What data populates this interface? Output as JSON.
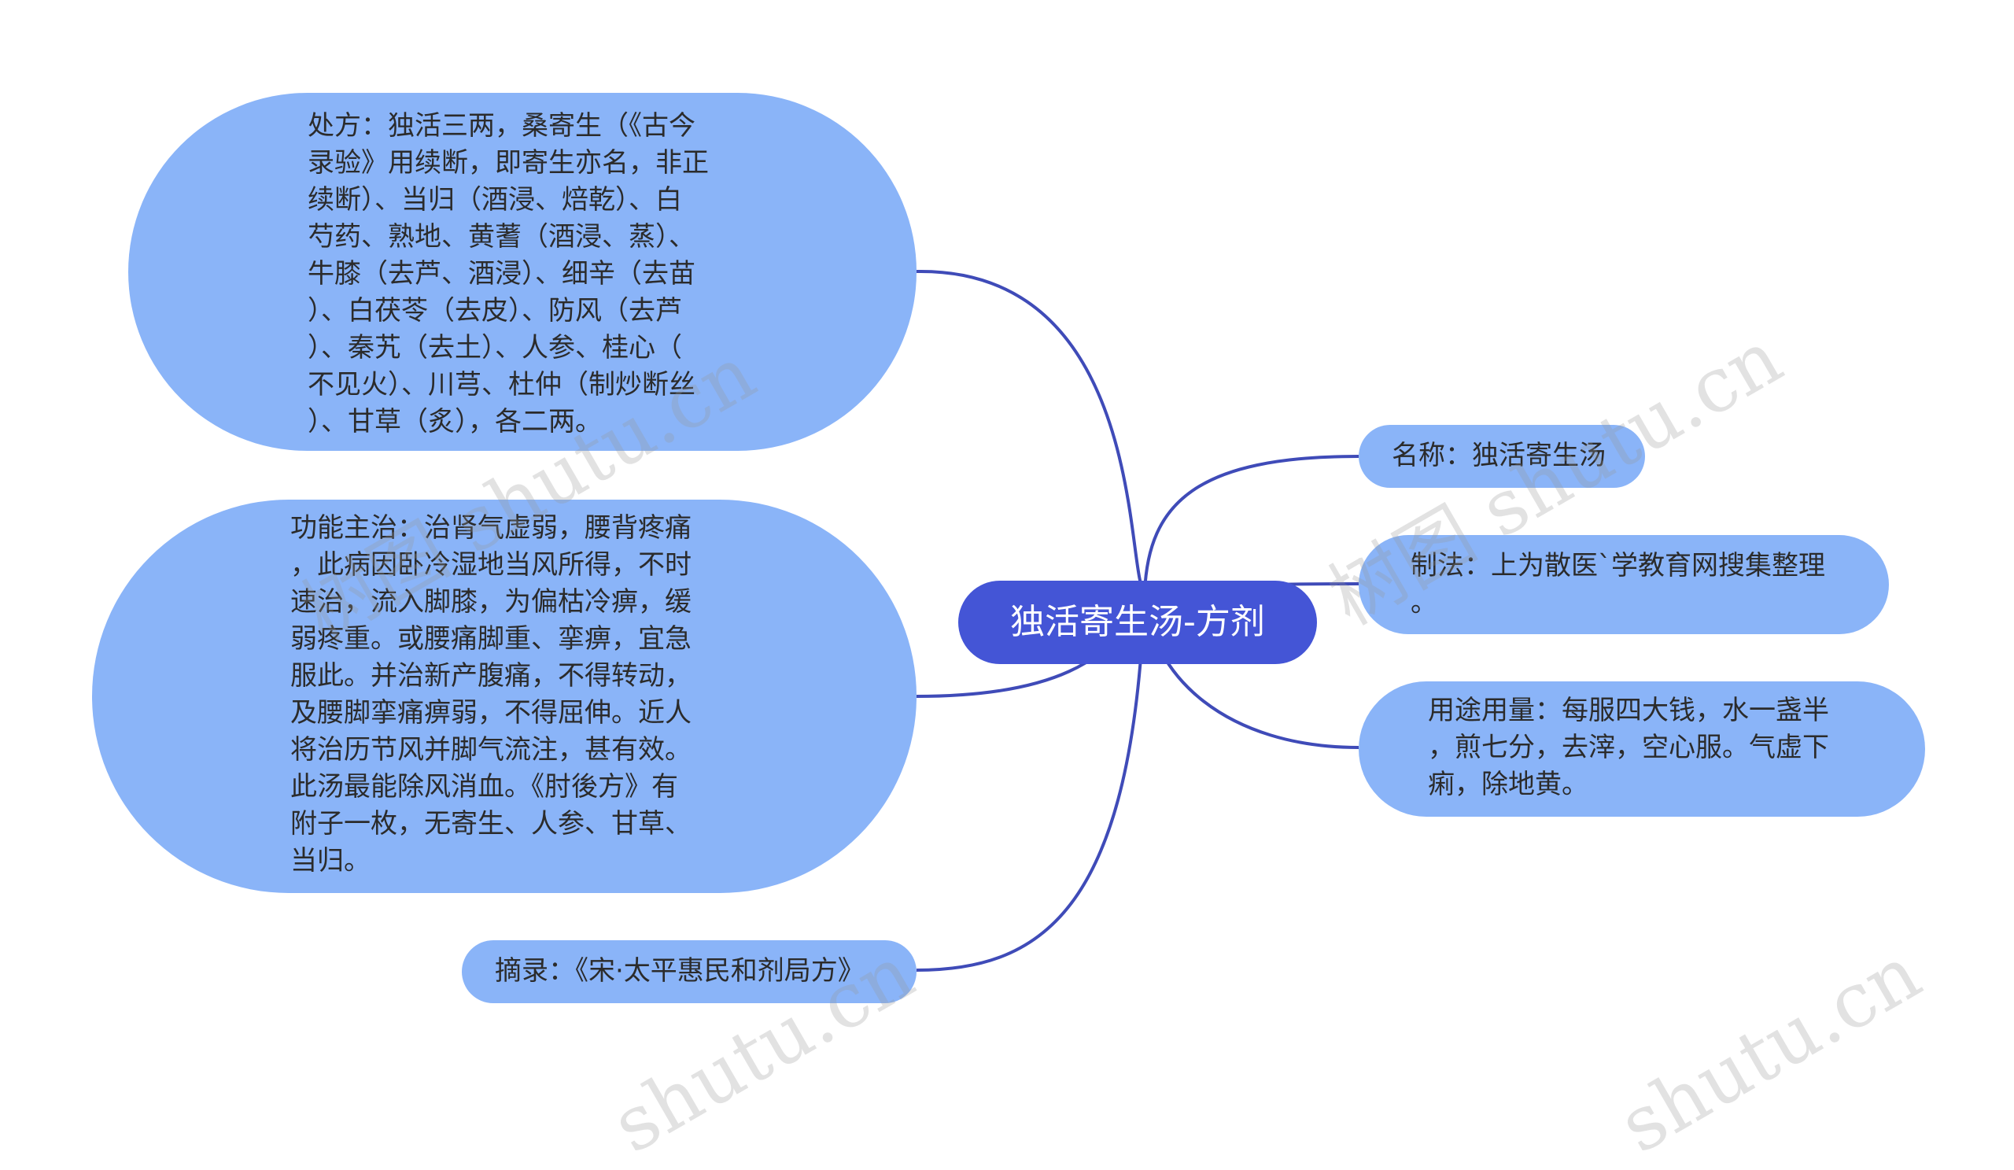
{
  "mindmap": {
    "center": {
      "label": "独活寄生汤-方剂"
    },
    "left_nodes": [
      {
        "key": "prescription",
        "text": "处方：独活三两，桑寄生（《古今\n录验》用续断，即寄生亦名，非正\n续断）、当归（酒浸、焙乾）、白\n芍药、熟地、黄蓍（酒浸、蒸）、\n牛膝（去芦、酒浸）、细辛（去苗\n）、白茯苓（去皮）、防风（去芦\n）、秦艽（去土）、人参、桂心（\n不见火）、川芎、杜仲（制炒断丝\n）、甘草（炙），各二两。"
      },
      {
        "key": "indications",
        "text": "功能主治：治肾气虚弱，腰背疼痛\n，此病因卧冷湿地当风所得，不时\n速治，流入脚膝，为偏枯冷痹，缓\n弱疼重。或腰痛脚重、挛痹，宜急\n服此。并治新产腹痛，不得转动，\n及腰脚挛痛痹弱，不得屈伸。近人\n将治历节风并脚气流注，甚有效。\n此汤最能除风消血。《肘後方》有\n附子一枚，无寄生、人参、甘草、\n当归。"
      },
      {
        "key": "excerpt",
        "text": "摘录：《宋·太平惠民和剂局方》"
      }
    ],
    "right_nodes": [
      {
        "key": "name",
        "text": "名称：独活寄生汤"
      },
      {
        "key": "preparation",
        "text": "制法：上为散医`学教育网搜集整理\n。"
      },
      {
        "key": "usage",
        "text": "用途用量：每服四大钱，水一盏半\n，煎七分，去滓，空心服。气虚下\n痢，除地黄。"
      }
    ]
  },
  "colors": {
    "center_fill": "#4455d6",
    "node_fill": "#8ab4f8",
    "connector": "#3f4bb8",
    "text": "#2b2b2b"
  },
  "watermarks": [
    "树图 shutu.cn",
    "树图 shutu.cn",
    "shutu.cn",
    "shutu.cn"
  ]
}
